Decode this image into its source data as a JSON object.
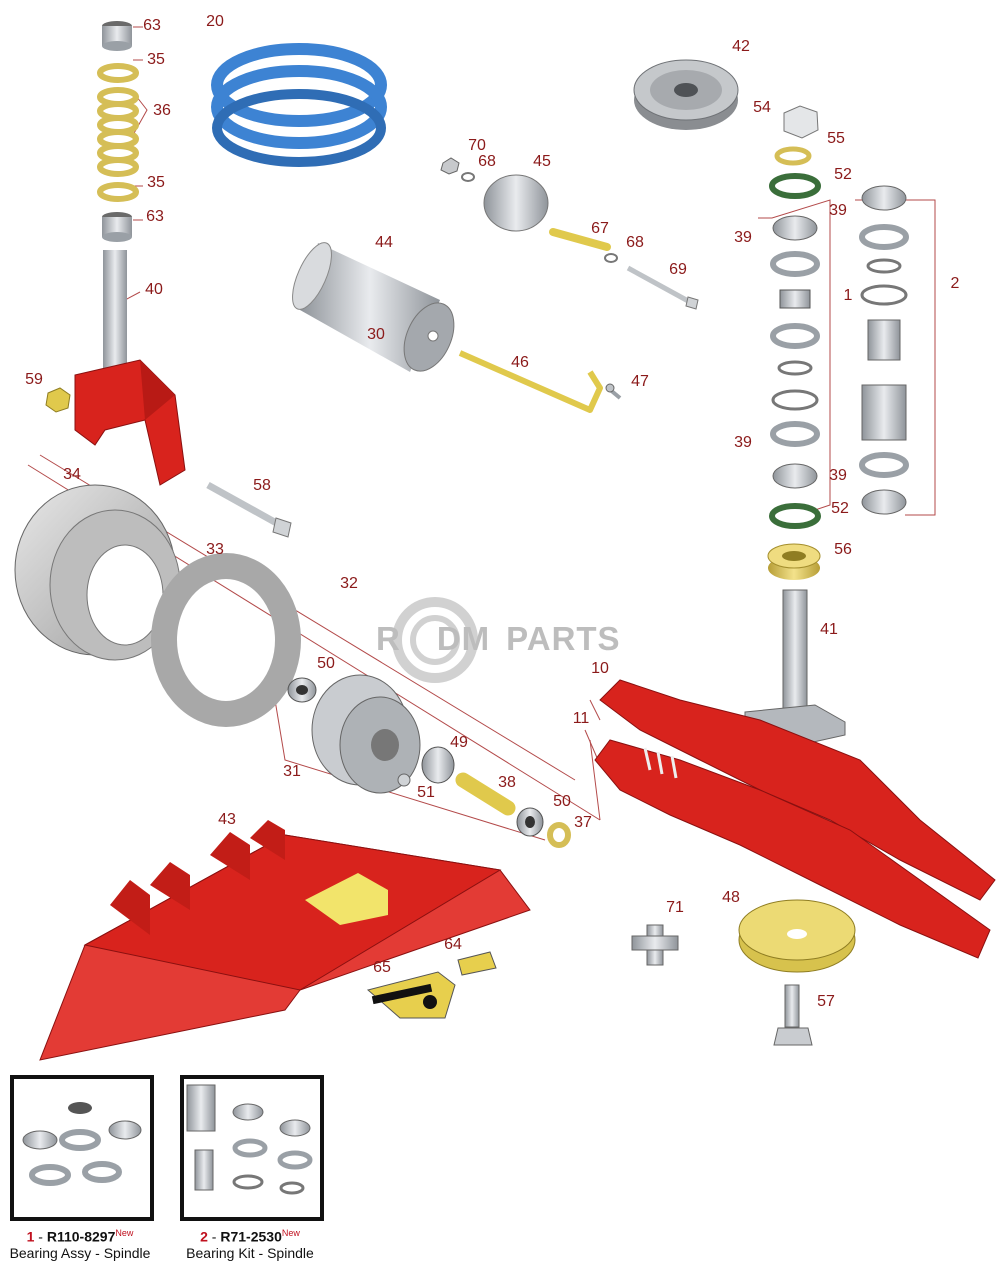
{
  "watermark": {
    "left": "R",
    "middle": "DM",
    "right": "PARTS"
  },
  "callouts": [
    "63",
    "35",
    "36",
    "35",
    "63",
    "40",
    "59",
    "20",
    "70",
    "68",
    "45",
    "67",
    "68",
    "69",
    "44",
    "30",
    "46",
    "47",
    "42",
    "54",
    "55",
    "52",
    "39",
    "39",
    "2",
    "1",
    "39",
    "39",
    "52",
    "56",
    "41",
    "58",
    "34",
    "33",
    "32",
    "50",
    "31",
    "49",
    "51",
    "38",
    "50",
    "37",
    "10",
    "11",
    "43",
    "64",
    "65",
    "71",
    "48",
    "57"
  ],
  "kits": [
    {
      "index": "1",
      "part_number": "R110-8297",
      "badge": "New",
      "description": "Bearing Assy - Spindle"
    },
    {
      "index": "2",
      "part_number": "R71-2530",
      "badge": "New",
      "description": "Bearing Kit - Spindle"
    }
  ],
  "colors": {
    "callout": "#8b1a1a",
    "deck_red": "#d8231d",
    "belt_blue": "#3d83d3",
    "brass": "#d9c25a",
    "steel": "#b9bdc2"
  }
}
